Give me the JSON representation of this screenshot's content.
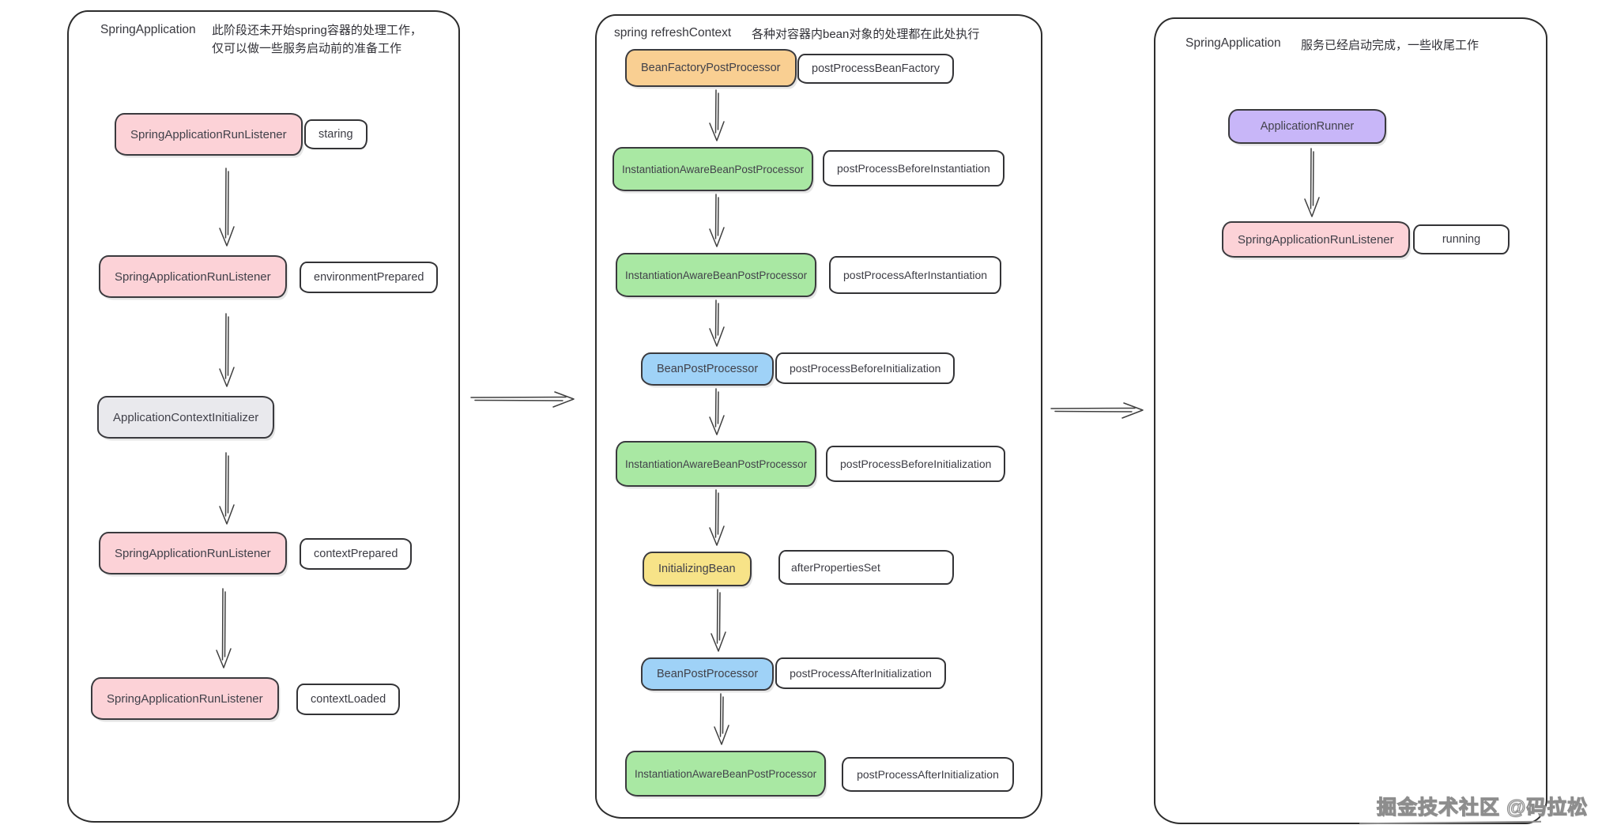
{
  "watermark": "掘金技术社区 @码拉松",
  "colors": {
    "pink": "#fcd2d7",
    "gray": "#e9e9ed",
    "orange": "#f9cf92",
    "green": "#a9e8a3",
    "blue": "#9fd2f7",
    "yellow": "#f7e388",
    "purple": "#c8b6f8",
    "white": "#ffffff"
  },
  "panels": [
    {
      "title": "SpringApplication",
      "subtitle": "此阶段还未开始spring容器的处理工作，\n仅可以做一些服务启动前的准备工作",
      "nodes": [
        {
          "label": "SpringApplicationRunListener",
          "color": "pink",
          "tag": "staring"
        },
        {
          "label": "SpringApplicationRunListener",
          "color": "pink",
          "tag": "environmentPrepared"
        },
        {
          "label": "ApplicationContextInitializer",
          "color": "gray",
          "tag": ""
        },
        {
          "label": "SpringApplicationRunListener",
          "color": "pink",
          "tag": "contextPrepared"
        },
        {
          "label": "SpringApplicationRunListener",
          "color": "pink",
          "tag": "contextLoaded"
        }
      ]
    },
    {
      "title": "spring refreshContext",
      "subtitle": "各种对容器内bean对象的处理都在此处执行",
      "nodes": [
        {
          "label": "BeanFactoryPostProcessor",
          "color": "orange",
          "tag": "postProcessBeanFactory"
        },
        {
          "label": "InstantiationAwareBeanPostProcessor",
          "color": "green",
          "tag": "postProcessBeforeInstantiation"
        },
        {
          "label": "InstantiationAwareBeanPostProcessor",
          "color": "green",
          "tag": "postProcessAfterInstantiation"
        },
        {
          "label": "BeanPostProcessor",
          "color": "blue",
          "tag": "postProcessBeforeInitialization"
        },
        {
          "label": "InstantiationAwareBeanPostProcessor",
          "color": "green",
          "tag": "postProcessBeforeInitialization"
        },
        {
          "label": "InitializingBean",
          "color": "yellow",
          "tag": "afterPropertiesSet"
        },
        {
          "label": "BeanPostProcessor",
          "color": "blue",
          "tag": "postProcessAfterInitialization"
        },
        {
          "label": "InstantiationAwareBeanPostProcessor",
          "color": "green",
          "tag": "postProcessAfterInitialization"
        }
      ]
    },
    {
      "title": "SpringApplication",
      "subtitle": "服务已经启动完成，一些收尾工作",
      "nodes": [
        {
          "label": "ApplicationRunner",
          "color": "purple",
          "tag": ""
        },
        {
          "label": "SpringApplicationRunListener",
          "color": "pink",
          "tag": "running"
        }
      ]
    }
  ]
}
